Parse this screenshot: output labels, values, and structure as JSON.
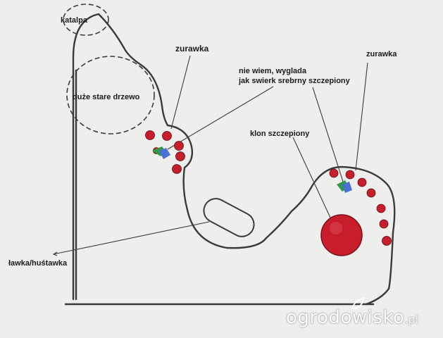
{
  "labels": {
    "katalpa": "katalpa",
    "old_tree": "duże stare drzewo",
    "zurawka_left": "zurawka",
    "spruce_line1": "nie wiem, wyglada",
    "spruce_line2": "jak swierk srebrny szczepiony",
    "zurawka_right": "zurawka",
    "maple": "klon szczepiony",
    "bench": "ławka/huśtawka"
  },
  "watermark": {
    "main": "ogrodowisko",
    "tld": ".pl"
  },
  "colors": {
    "background": "#eeeeec",
    "outline": "#3a3a3a",
    "plant_red": "#c81e2c",
    "blue_plant": "#4a6fd6",
    "green_plant": "#2f9a4a"
  }
}
